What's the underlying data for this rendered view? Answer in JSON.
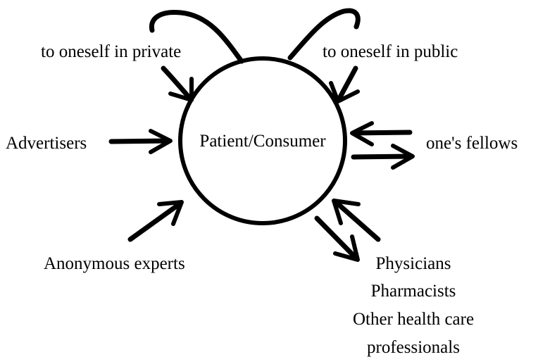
{
  "diagram": {
    "center_label": "Patient/Consumer",
    "labels": {
      "private": "to oneself in private",
      "public": "to oneself in public",
      "advertisers": "Advertisers",
      "fellows": "one's fellows",
      "experts": "Anonymous experts",
      "professionals_1": "Physicians",
      "professionals_2": "Pharmacists",
      "professionals_3": "Other health care",
      "professionals_4": "professionals"
    }
  }
}
